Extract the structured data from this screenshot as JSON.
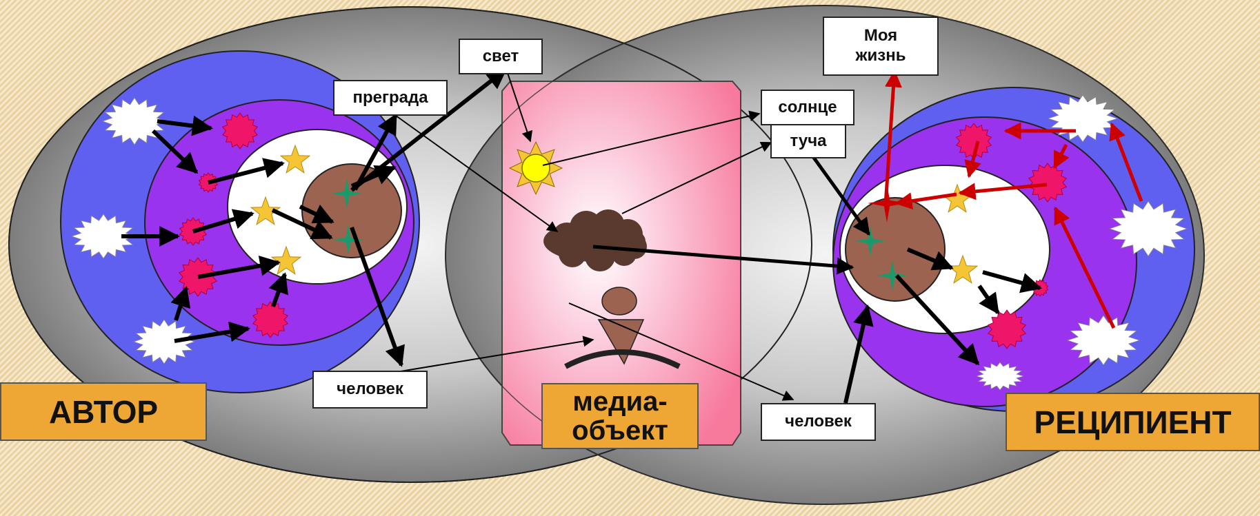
{
  "labels": {
    "author": "АВТОР",
    "recipient": "РЕЦИПИЕНТ",
    "media_line1": "медиа-",
    "media_line2": "объект",
    "light": "свет",
    "barrier": "преграда",
    "person_left": "человек",
    "person_right": "человек",
    "sun": "солнце",
    "cloud": "туча",
    "my_life_line1": "Моя",
    "my_life_line2": "жизнь"
  },
  "colors": {
    "outer_ellipse": "#a9a9a9",
    "blue_ring": "#6060f0",
    "purple_ring": "#9a33ee",
    "inner_white": "#ffffff",
    "core_brown": "#9c6350",
    "media_panel": "#fb8bab",
    "label_orange": "#eea634",
    "star_yellow": "#f6c535",
    "star_green": "#1a9a6a",
    "burst_magenta": "#ef1568",
    "arrow_black": "#000000",
    "arrow_red": "#cc0000"
  },
  "icons": [
    "sun-icon",
    "cloud-icon",
    "person-icon",
    "star-icon",
    "burst-icon"
  ]
}
